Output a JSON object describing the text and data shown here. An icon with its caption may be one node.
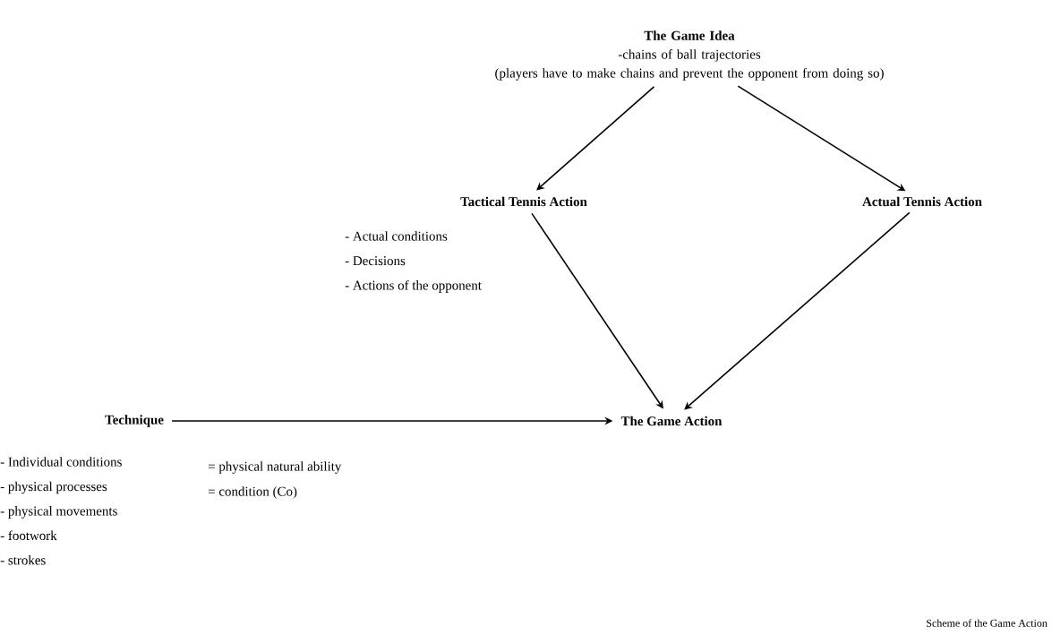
{
  "diagram": {
    "caption": "Scheme of the Game Action",
    "nodes": [
      {
        "text": [
          "The Game Idea",
          "-chains of ball trajectories",
          "(players have to make chains and prevent the opponent from doing so)"
        ]
      },
      {
        "text": [
          "Tactical Tennis Action"
        ],
        "beside": [
          "- Actual conditions",
          "- Decisions",
          "- Actions of the opponent"
        ]
      },
      {
        "text": [
          "Actual Tennis Action"
        ]
      },
      {
        "text": [
          "Technique"
        ],
        "beside": [
          "- Individual conditions",
          "- physical processes",
          "- physical movements",
          "- footwork",
          "- strokes"
        ]
      },
      {
        "text": [
          "The Game Action"
        ]
      }
    ],
    "edges": [
      {
        "from": 0,
        "to": 1,
        "arrow": "to"
      },
      {
        "from": 0,
        "to": 2,
        "arrow": "to"
      },
      {
        "from": 1,
        "to": 4,
        "arrow": "to"
      },
      {
        "from": 2,
        "to": 4,
        "arrow": "to"
      },
      {
        "from": 3,
        "to": 4,
        "arrow": "to"
      }
    ],
    "labels": [
      "= physical natural ability",
      "= condition (Co)"
    ]
  }
}
